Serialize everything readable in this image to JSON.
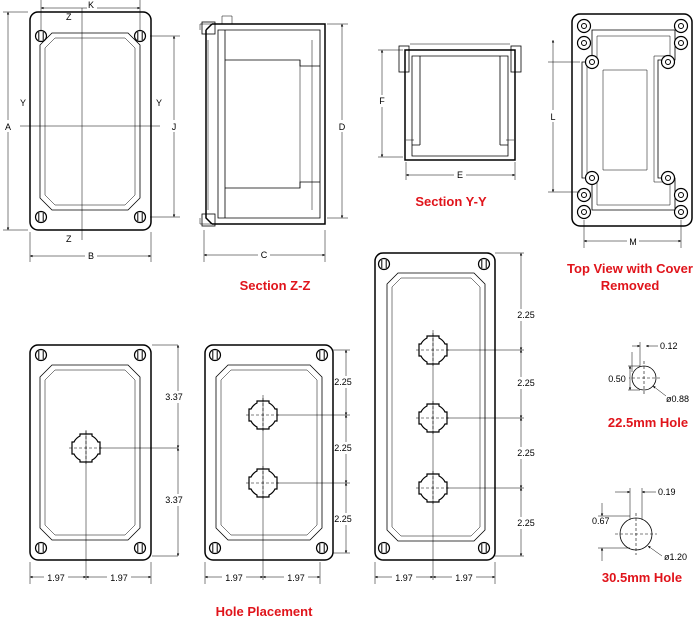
{
  "captions": {
    "section_zz": "Section Z-Z",
    "section_yy": "Section Y-Y",
    "top_view_line1": "Top View with Cover",
    "top_view_line2": "Removed",
    "hole_placement": "Hole Placement",
    "hole_22": "22.5mm Hole",
    "hole_30": "30.5mm Hole"
  },
  "dim_letters": {
    "a": "A",
    "b": "B",
    "c": "C",
    "d": "D",
    "e": "E",
    "f": "F",
    "j": "J",
    "k": "K",
    "l": "L",
    "m": "M",
    "z": "Z",
    "y": "Y"
  },
  "hole_placement": {
    "vertical_one_hole": "3.37",
    "vertical_spacing": "2.25",
    "horizontal": "1.97"
  },
  "hole_details": {
    "h22_flat": "0.12",
    "h22_height": "0.50",
    "h22_dia": "ø0.88",
    "h30_flat": "0.19",
    "h30_height": "0.67",
    "h30_dia": "ø1.20"
  }
}
